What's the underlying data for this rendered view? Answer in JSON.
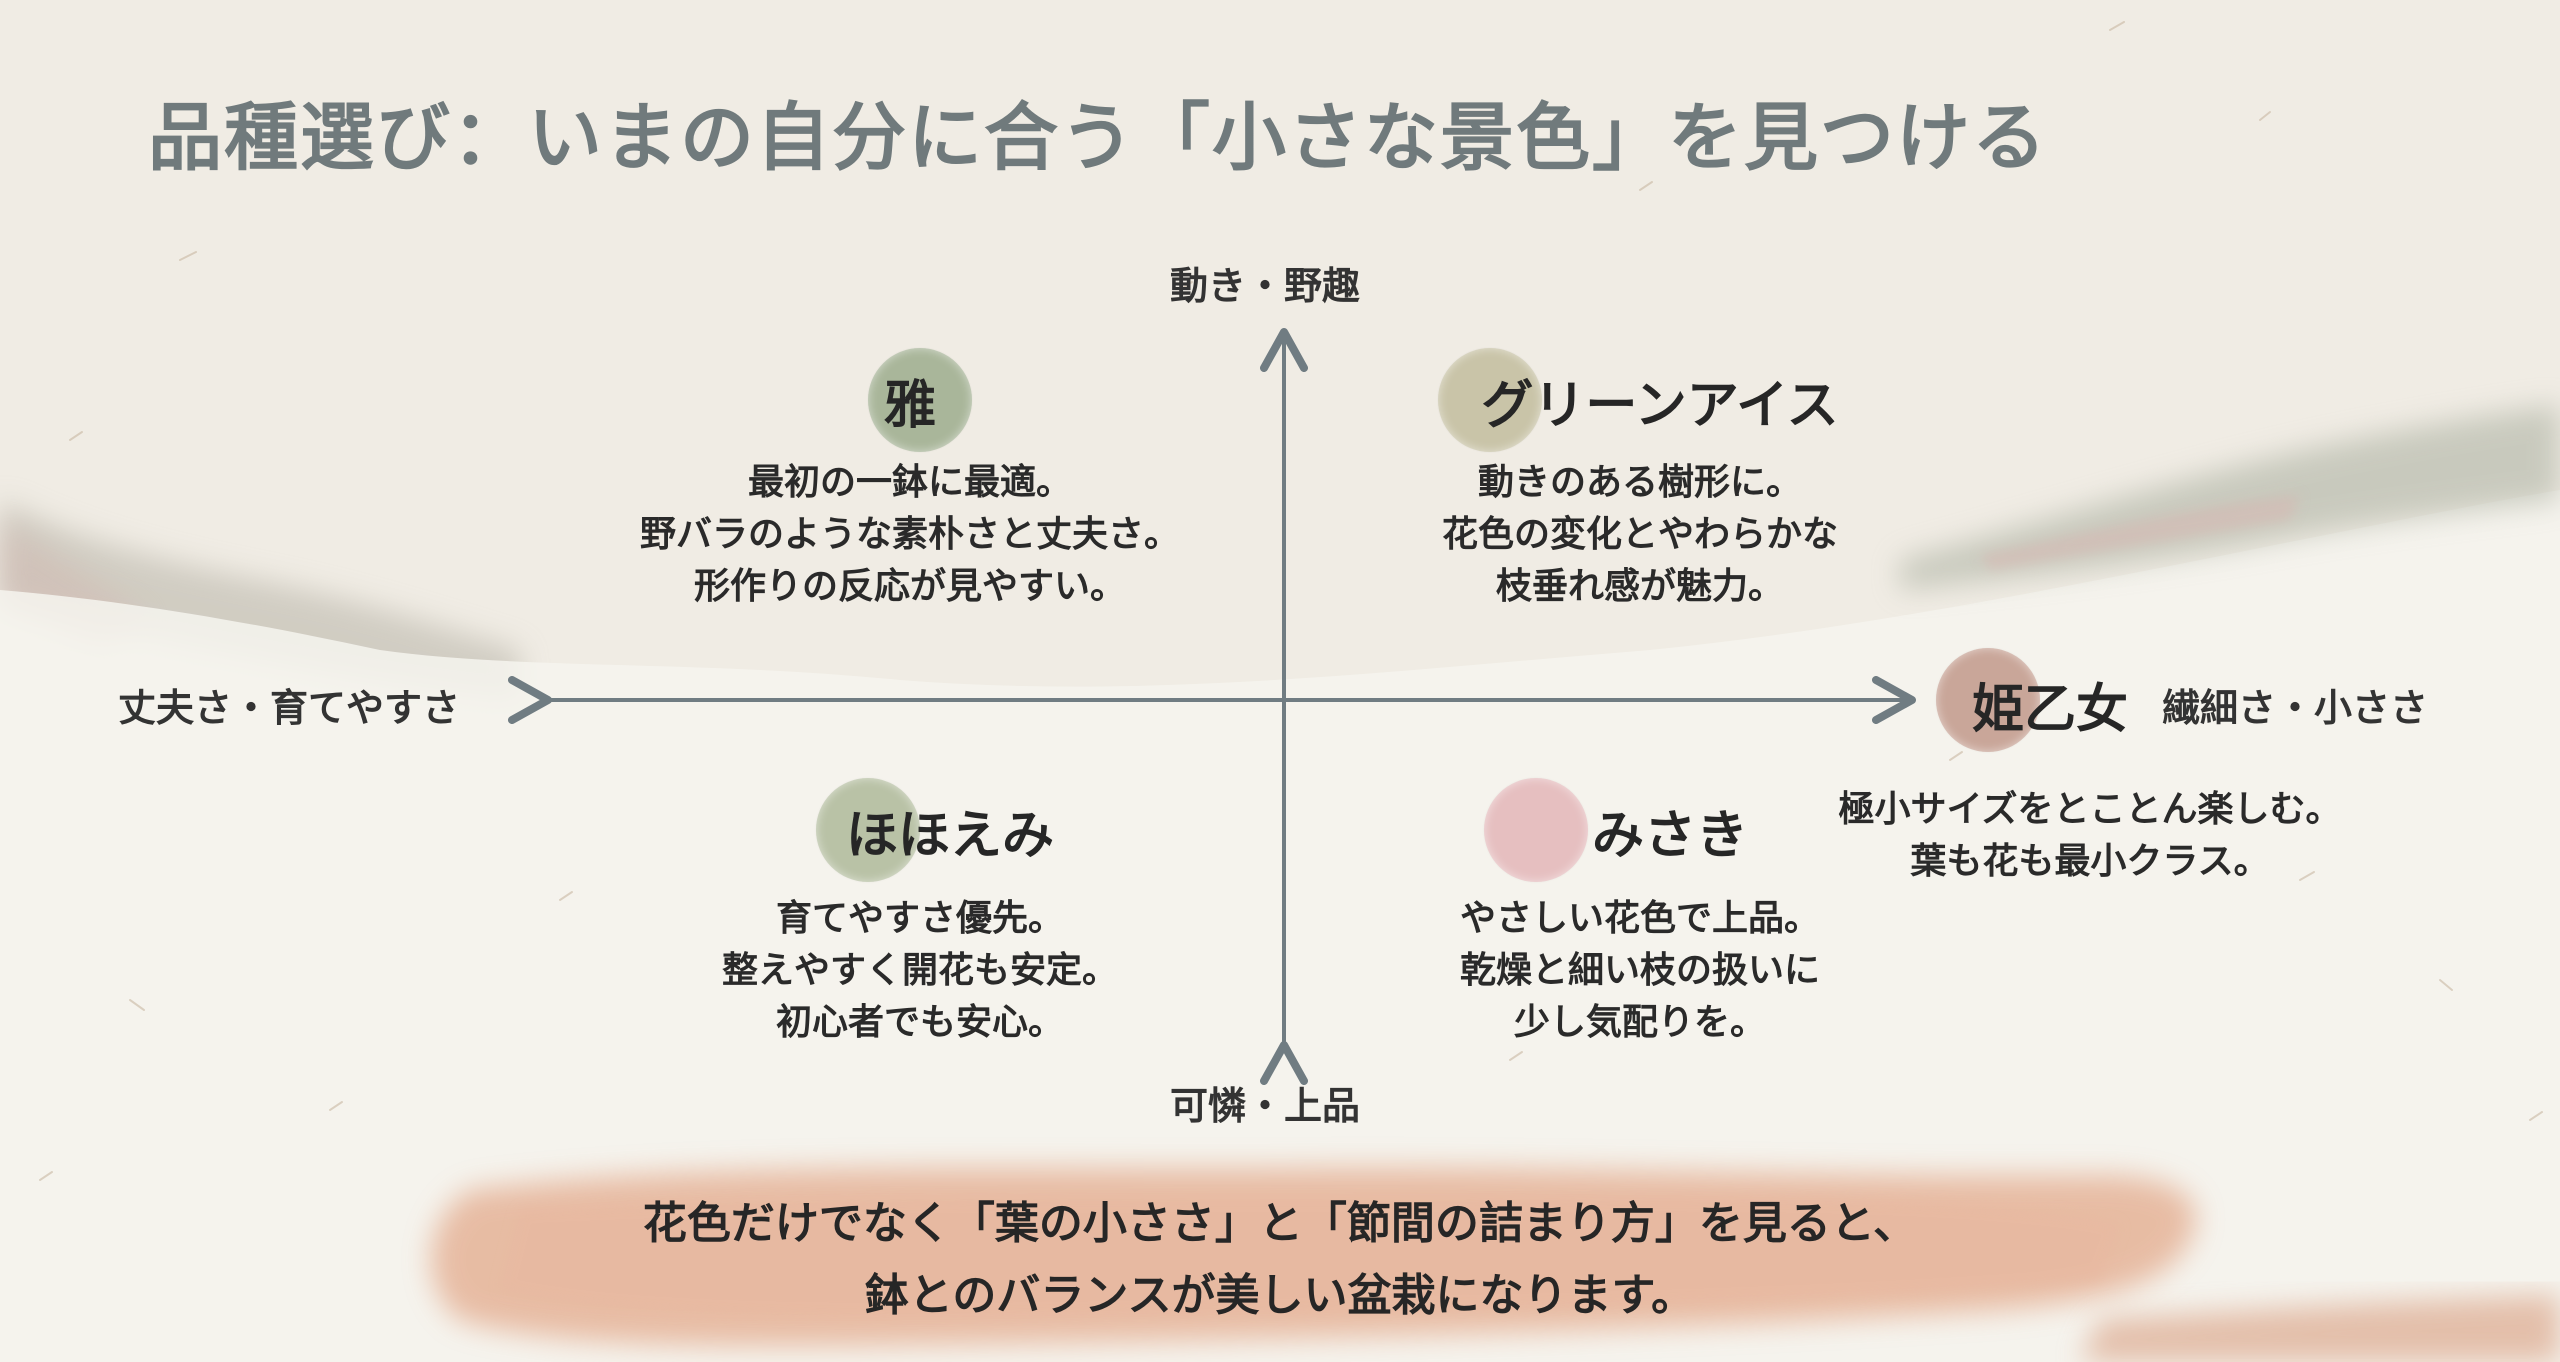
{
  "title": "品種選び：いまの自分に合う「小さな景色」を見つける",
  "axes": {
    "top": "動き・野趣",
    "bottom": "可憐・上品",
    "left": "丈夫さ・育てやすさ",
    "right": "繊細さ・小ささ"
  },
  "varieties": {
    "miyabi": {
      "name": "雅",
      "color": "#a9b69a",
      "lines": [
        "最初の一鉢に最適。",
        "野バラのような素朴さと丈夫さ。",
        "形作りの反応が見やすい。"
      ]
    },
    "green_ice": {
      "name": "グリーンアイス",
      "color": "#c9c4a8",
      "lines": [
        "動きのある樹形に。",
        "花色の変化とやわらかな",
        "枝垂れ感が魅力。"
      ]
    },
    "himeotome": {
      "name": "姫乙女",
      "color": "#c9a699",
      "lines": [
        "極小サイズをとことん楽しむ。",
        "葉も花も最小クラス。"
      ]
    },
    "hohoemi": {
      "name": "ほほえみ",
      "color": "#b9c2a6",
      "lines": [
        "育てやすさ優先。",
        "整えやすく開花も安定。",
        "初心者でも安心。"
      ]
    },
    "misaki": {
      "name": "みさき",
      "color": "#e6bfc0",
      "lines": [
        "やさしい花色で上品。",
        "乾燥と細い枝の扱いに",
        "少し気配りを。"
      ]
    }
  },
  "footer": {
    "line1": "花色だけでなく「葉の小ささ」と「節間の詰まり方」を見ると、",
    "line2": "鉢とのバランスが美しい盆栽になります。",
    "accent_color": "#d99a7c"
  },
  "axis_color": "#707c82"
}
